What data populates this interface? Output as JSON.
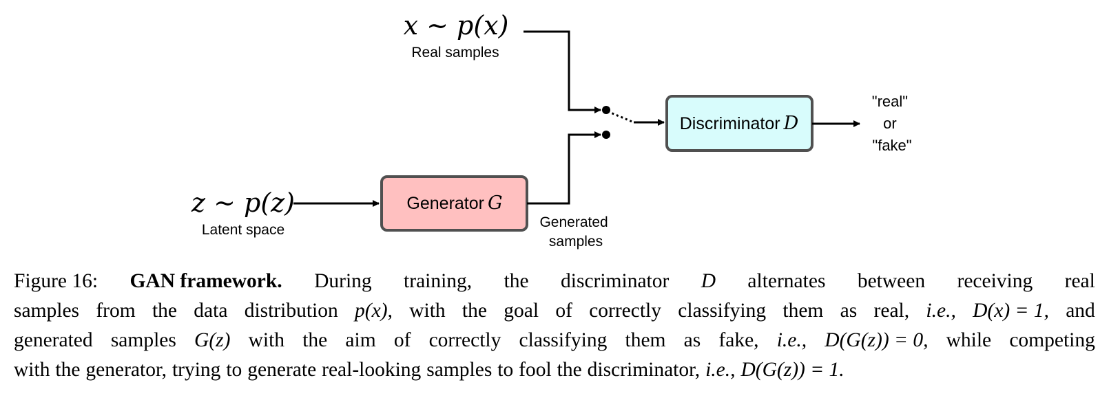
{
  "diagram": {
    "real_input": {
      "formula": "x ∼ p(x)",
      "label": "Real samples"
    },
    "latent_input": {
      "formula": "z ∼ p(z)",
      "label": "Latent space"
    },
    "generator": {
      "name": "Generator",
      "symbol": "G"
    },
    "discriminator": {
      "name": "Discriminator",
      "symbol": "D"
    },
    "generated_label": [
      "Generated",
      "samples"
    ],
    "output_label": [
      "\"real\"",
      "or",
      "\"fake\""
    ],
    "colors": {
      "generator_fill": "#ffc0c0",
      "discriminator_fill": "#d8fcfc",
      "box_stroke": "#505050"
    }
  },
  "caption": {
    "lines": [
      [
        "Figure 16:",
        "GAN framework.",
        "During",
        "training,",
        "the",
        "discriminator",
        "D",
        "alternates",
        "between",
        "receiving",
        "real"
      ],
      [
        "samples",
        "from",
        "the",
        "data",
        "distribution",
        "p(x),",
        "with",
        "the",
        "goal",
        "of",
        "correctly",
        "classifying",
        "them",
        "as",
        "real,",
        "i.e.,",
        "D(x) = 1,",
        "and"
      ],
      [
        "generated",
        "samples",
        "G(z)",
        "with",
        "the",
        "aim",
        "of",
        "correctly",
        "classifying",
        "them",
        "as",
        "fake,",
        "i.e.,",
        "D(G(z)) = 0,",
        "while",
        "competing"
      ],
      [
        "with",
        "the",
        "generator,",
        "trying",
        "to",
        "generate",
        "real-looking",
        "samples",
        "to",
        "fool",
        "the",
        "discriminator,",
        "i.e.,",
        "D(G(z)) = 1."
      ]
    ]
  }
}
